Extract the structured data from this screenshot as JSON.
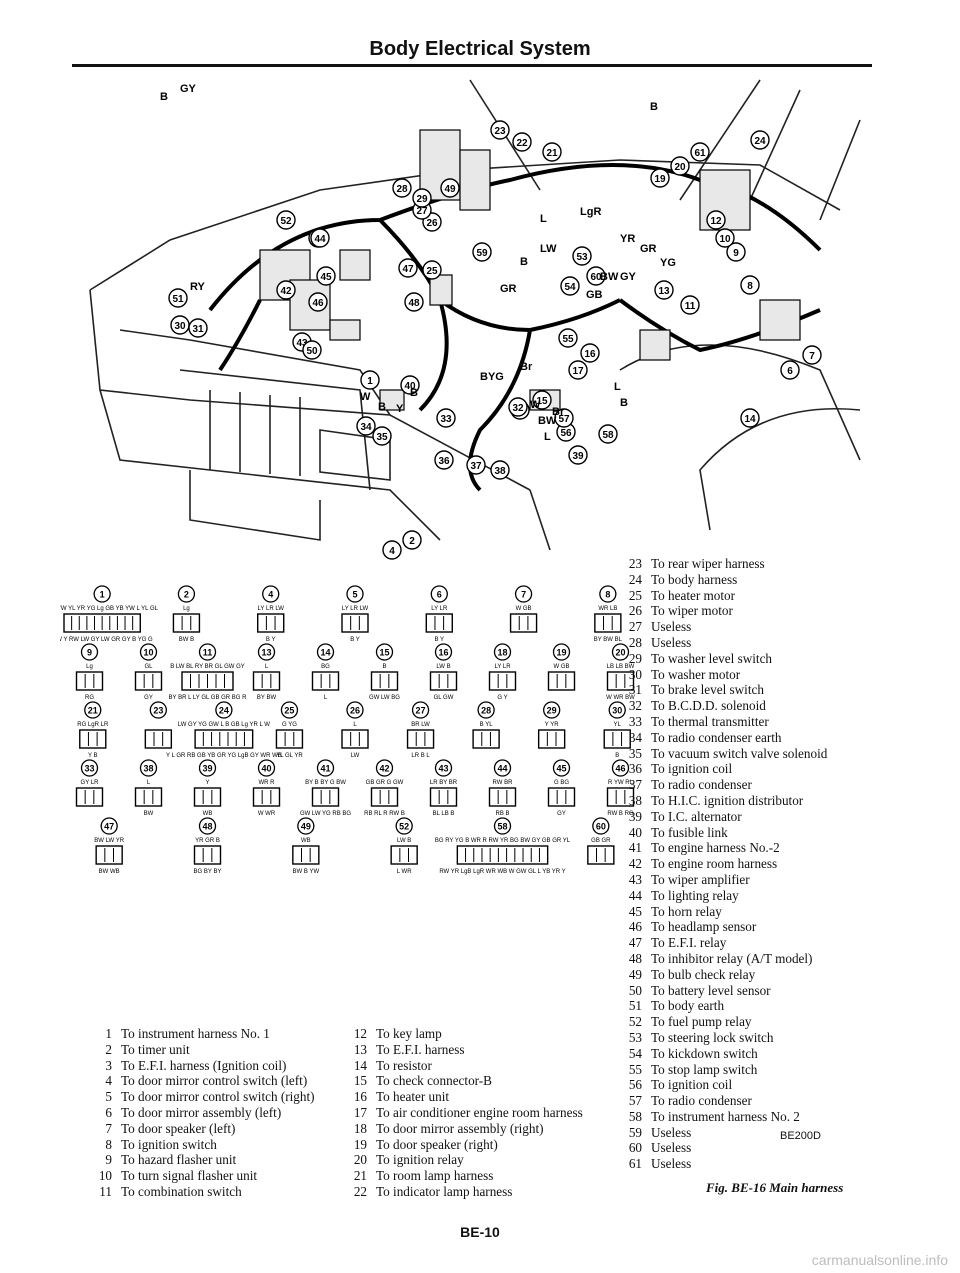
{
  "header": {
    "title": "Body Electrical System"
  },
  "diagram": {
    "callouts": [
      "1",
      "2",
      "4",
      "5",
      "6",
      "7",
      "8",
      "9",
      "10",
      "11",
      "12",
      "13",
      "14",
      "15",
      "16",
      "17",
      "18",
      "19",
      "20",
      "21",
      "22",
      "23",
      "24",
      "25",
      "26",
      "27",
      "28",
      "29",
      "30",
      "31",
      "32",
      "33",
      "34",
      "35",
      "36",
      "37",
      "38",
      "39",
      "40",
      "41",
      "42",
      "43",
      "44",
      "45",
      "46",
      "47",
      "48",
      "49",
      "50",
      "51",
      "52",
      "53",
      "54",
      "55",
      "56",
      "57",
      "58",
      "59",
      "60",
      "61"
    ],
    "wire_labels": [
      "B",
      "GY",
      "L",
      "LgR",
      "YR",
      "GR",
      "B",
      "LW",
      "BW",
      "YG",
      "GY",
      "GR",
      "GB",
      "B",
      "RY",
      "W",
      "B",
      "BYG",
      "Br",
      "Y",
      "B",
      "L",
      "B",
      "W",
      "BW",
      "Br",
      "L"
    ]
  },
  "connectors": [
    {
      "n": "1",
      "top": "RG YW YL YR YG Lg GB YB YW L YL GL",
      "bottom": "GW Y RW LW GY LW GR GY B YG G"
    },
    {
      "n": "2",
      "top": "Lg",
      "bottom": "BW B"
    },
    {
      "n": "4",
      "top": "LY LR LW",
      "bottom": "B Y"
    },
    {
      "n": "5",
      "top": "LY LR LW",
      "bottom": "B Y"
    },
    {
      "n": "6",
      "top": "LY LR",
      "bottom": "B Y"
    },
    {
      "n": "7",
      "top": "W GB",
      "bottom": ""
    },
    {
      "n": "8",
      "top": "WR LB",
      "bottom": "BY BW BL"
    },
    {
      "n": "9",
      "top": "Lg",
      "bottom": "RG"
    },
    {
      "n": "10",
      "top": "GL",
      "bottom": "GY"
    },
    {
      "n": "11",
      "top": "B LW BL RY BR GL GW GY",
      "bottom": "BY BR L LY GL GB GR BG R"
    },
    {
      "n": "13",
      "top": "L",
      "bottom": "BY BW"
    },
    {
      "n": "14",
      "top": "BG",
      "bottom": "L"
    },
    {
      "n": "15",
      "top": "B",
      "bottom": "GW LW BG"
    },
    {
      "n": "16",
      "top": "LW B",
      "bottom": "GL GW"
    },
    {
      "n": "18",
      "top": "LY LR",
      "bottom": "G Y"
    },
    {
      "n": "19",
      "top": "W GB",
      "bottom": ""
    },
    {
      "n": "20",
      "top": "LB LB BW",
      "bottom": "W WR BW"
    },
    {
      "n": "21",
      "top": "RG LgR LR",
      "bottom": "Y B"
    },
    {
      "n": "23",
      "top": "",
      "bottom": ""
    },
    {
      "n": "24",
      "top": "LW GY YG GW L B GB Lg YR L W",
      "bottom": "Y L GR RB GB YB GR YG LgB GY WR WB"
    },
    {
      "n": "25",
      "top": "G YG",
      "bottom": "YL GL YR"
    },
    {
      "n": "26",
      "top": "L",
      "bottom": "LW"
    },
    {
      "n": "27",
      "top": "BR LW",
      "bottom": "LR B L"
    },
    {
      "n": "28",
      "top": "B YL",
      "bottom": ""
    },
    {
      "n": "29",
      "top": "Y YR",
      "bottom": ""
    },
    {
      "n": "30",
      "top": "YL",
      "bottom": "B"
    },
    {
      "n": "33",
      "top": "GY LR",
      "bottom": ""
    },
    {
      "n": "38",
      "top": "L",
      "bottom": "BW"
    },
    {
      "n": "39",
      "top": "Y",
      "bottom": "WB"
    },
    {
      "n": "40",
      "top": "WR R",
      "bottom": "W WR"
    },
    {
      "n": "41",
      "top": "BY B BY G BW",
      "bottom": "GW LW YG RB BG"
    },
    {
      "n": "42",
      "top": "GB GR G GW",
      "bottom": "RB RL R RW B"
    },
    {
      "n": "43",
      "top": "LR BY BR",
      "bottom": "BL LB B"
    },
    {
      "n": "44",
      "top": "RW BR",
      "bottom": "RB B"
    },
    {
      "n": "45",
      "top": "G BG",
      "bottom": "GY"
    },
    {
      "n": "46",
      "top": "R YW RL",
      "bottom": "RW B RG"
    },
    {
      "n": "47",
      "top": "BW LW YR",
      "bottom": "BW WB"
    },
    {
      "n": "48",
      "top": "YR GR B",
      "bottom": "BG BY BY"
    },
    {
      "n": "49",
      "top": "WB",
      "bottom": "BW B YW"
    },
    {
      "n": "52",
      "top": "LW B",
      "bottom": "L WR"
    },
    {
      "n": "58",
      "top": "BG RY YG B WR R RW YR BG BW GY GB GR YL",
      "bottom": "RW YR LgB LgR WR WB W GW GL L YB YR Y"
    },
    {
      "n": "60",
      "top": "GB GR",
      "bottom": ""
    }
  ],
  "legend_col1": [
    {
      "num": "1",
      "text": "To instrument harness No. 1"
    },
    {
      "num": "2",
      "text": "To timer unit"
    },
    {
      "num": "3",
      "text": "To E.F.I. harness (Ignition coil)"
    },
    {
      "num": "4",
      "text": "To door mirror control switch (left)"
    },
    {
      "num": "5",
      "text": "To door mirror control switch (right)"
    },
    {
      "num": "6",
      "text": "To door mirror assembly (left)"
    },
    {
      "num": "7",
      "text": "To door speaker (left)"
    },
    {
      "num": "8",
      "text": "To ignition switch"
    },
    {
      "num": "9",
      "text": "To hazard flasher unit"
    },
    {
      "num": "10",
      "text": "To turn signal flasher unit"
    },
    {
      "num": "11",
      "text": "To combination switch"
    }
  ],
  "legend_col2": [
    {
      "num": "12",
      "text": "To key lamp"
    },
    {
      "num": "13",
      "text": "To E.F.I. harness"
    },
    {
      "num": "14",
      "text": "To resistor"
    },
    {
      "num": "15",
      "text": "To check connector-B"
    },
    {
      "num": "16",
      "text": "To heater unit"
    },
    {
      "num": "17",
      "text": "To air conditioner engine room harness"
    },
    {
      "num": "18",
      "text": "To door mirror assembly (right)"
    },
    {
      "num": "19",
      "text": "To door speaker (right)"
    },
    {
      "num": "20",
      "text": "To ignition relay"
    },
    {
      "num": "21",
      "text": "To room lamp harness"
    },
    {
      "num": "22",
      "text": "To indicator lamp harness"
    }
  ],
  "legend_col3": [
    {
      "num": "23",
      "text": "To rear wiper harness"
    },
    {
      "num": "24",
      "text": "To body harness"
    },
    {
      "num": "25",
      "text": "To heater motor"
    },
    {
      "num": "26",
      "text": "To wiper motor"
    },
    {
      "num": "27",
      "text": "Useless"
    },
    {
      "num": "28",
      "text": "Useless"
    },
    {
      "num": "29",
      "text": "To washer level switch"
    },
    {
      "num": "30",
      "text": "To washer motor"
    },
    {
      "num": "31",
      "text": "To brake level switch"
    },
    {
      "num": "32",
      "text": "To B.C.D.D. solenoid"
    },
    {
      "num": "33",
      "text": "To thermal transmitter"
    },
    {
      "num": "34",
      "text": "To radio condenser earth"
    },
    {
      "num": "35",
      "text": "To vacuum switch valve solenoid"
    },
    {
      "num": "36",
      "text": "To ignition coil"
    },
    {
      "num": "37",
      "text": "To radio condenser"
    },
    {
      "num": "38",
      "text": "To H.I.C. ignition distributor"
    },
    {
      "num": "39",
      "text": "To I.C. alternator"
    },
    {
      "num": "40",
      "text": "To fusible link"
    },
    {
      "num": "41",
      "text": "To engine harness No.-2"
    },
    {
      "num": "42",
      "text": "To engine room harness"
    },
    {
      "num": "43",
      "text": "To wiper amplifier"
    },
    {
      "num": "44",
      "text": "To lighting relay"
    },
    {
      "num": "45",
      "text": "To horn relay"
    },
    {
      "num": "46",
      "text": "To headlamp sensor"
    },
    {
      "num": "47",
      "text": "To E.F.I. relay"
    },
    {
      "num": "48",
      "text": "To inhibitor relay (A/T model)"
    },
    {
      "num": "49",
      "text": "To bulb check relay"
    },
    {
      "num": "50",
      "text": "To battery level sensor"
    },
    {
      "num": "51",
      "text": "To body earth"
    },
    {
      "num": "52",
      "text": "To fuel pump relay"
    },
    {
      "num": "53",
      "text": "To steering lock switch"
    },
    {
      "num": "54",
      "text": "To kickdown switch"
    },
    {
      "num": "55",
      "text": "To stop lamp switch"
    },
    {
      "num": "56",
      "text": "To ignition coil"
    },
    {
      "num": "57",
      "text": "To radio condenser"
    },
    {
      "num": "58",
      "text": "To instrument harness No. 2"
    },
    {
      "num": "59",
      "text": "Useless"
    },
    {
      "num": "60",
      "text": "Useless"
    },
    {
      "num": "61",
      "text": "Useless"
    }
  ],
  "figure_code": "BE200D",
  "caption": "Fig. BE-16 Main harness",
  "page_number": "BE-10",
  "watermark": "carmanualsonline.info"
}
